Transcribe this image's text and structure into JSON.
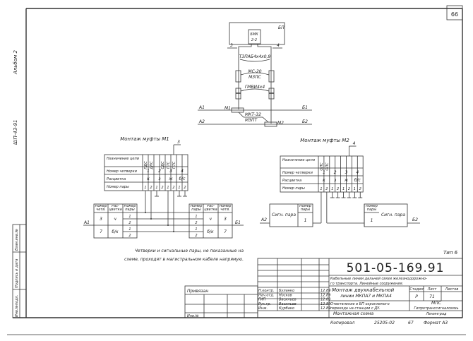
{
  "sheet_number": "66",
  "side": {
    "album": "Альбом 2",
    "code": "ШП-43-91",
    "stamp": [
      "Инв.№подл.",
      "Подпись и дата",
      "Взам.инв.№"
    ]
  },
  "schematic": {
    "bp": "БП",
    "bmk1": "БМК",
    "bmk2": "2-2",
    "wire_left": "3",
    "wire_right": "4",
    "cable1": "ТЗПАБ4х4х0,9",
    "cable2a": "МС-20",
    "cable2b": "МЗПС",
    "cable3": "ГМВИ4х4",
    "m1": "М1",
    "m2": "М2",
    "a1": "А1",
    "b1": "Б1",
    "a2": "А2",
    "b2": "Б2",
    "mkt": "МКТ-32",
    "mzpt": "МЗПТ"
  },
  "m1": {
    "title": "Монтаж муфты М1",
    "callout": "3",
    "rows": [
      "Назначение цепи",
      "Номер четверки",
      "Расцветка",
      "Номер пары"
    ],
    "circuits": [
      "ПДС",
      "ДПС",
      "",
      "СДС",
      "ПТС",
      "ПТС",
      "",
      ""
    ],
    "quads": [
      "1",
      "2",
      "3",
      "4"
    ],
    "colors": [
      "к",
      "з",
      "ж",
      "б/с"
    ],
    "pairs": [
      "1",
      "2",
      "1",
      "2",
      "1",
      "2",
      "1",
      "2"
    ],
    "left_headers": [
      "Номер четв.",
      "Рас-цветка",
      "Номер пары"
    ],
    "right_headers": [
      "Номер пары",
      "Рас-цветка",
      "Номер четв."
    ],
    "groups": [
      {
        "quad": "3",
        "color": "ч",
        "pairs": [
          "1",
          "2"
        ]
      },
      {
        "quad": "7",
        "color": "б/к",
        "pairs": [
          "1",
          "2"
        ]
      }
    ],
    "left_label": "А1",
    "right_label": "Б1"
  },
  "m2": {
    "title": "Монтаж муфты М2",
    "callout": "4",
    "rows": [
      "Назначение цепи",
      "Номер четверки",
      "Расцветка",
      "Номер пары"
    ],
    "circuits": [
      "ОПС",
      "ОПС",
      "",
      "",
      "",
      "",
      "",
      ""
    ],
    "quads": [
      "1",
      "2",
      "3",
      "4"
    ],
    "colors": [
      "к",
      "з",
      "ж",
      "б/с"
    ],
    "pairs": [
      "1",
      "2",
      "1",
      "2",
      "1",
      "2",
      "1",
      "2"
    ],
    "sig_pair": "Сигн. пара",
    "pair_no": "Номер пары",
    "pair_val": "1",
    "left_label": "А2",
    "right_label": "Б2"
  },
  "note": [
    "Четверки и сигнальные пары, не показанные на",
    "схеме, проходят в магистральном кабеле напрямую."
  ],
  "type_label": "Тип 6",
  "title_block": {
    "code": "501-05-169.91",
    "series": [
      "Кабельные линии дальней связи железнодорожно-",
      "го транспорта. Линейные сооружения."
    ],
    "work": [
      "Монтаж двухкабельной",
      "линии МКПА7 и МКПА4"
    ],
    "sheet_title": [
      "Ответвление в БП охраняемого",
      "переезда на станции с ДУ.",
      "Монтажная схема"
    ],
    "stage_h": "Стадия",
    "sheet_h": "Лист",
    "sheets_h": "Листов",
    "stage": "Р",
    "sheet": "71",
    "org": [
      "МПС",
      "Гипротранссигналсвязь",
      "Ленинград"
    ],
    "staff": [
      {
        "role": "Н.контр.",
        "name": "Буланко",
        "date": "12.89"
      },
      {
        "role": "Нач.отд.",
        "name": "Носков",
        "date": "12.89"
      },
      {
        "role": "ГИП",
        "name": "Васильев",
        "date": "12.89"
      },
      {
        "role": "Рук.гр.",
        "name": "Васильев",
        "date": "12.89"
      },
      {
        "role": "Инж.",
        "name": "Курбако",
        "date": "12.89"
      }
    ],
    "copied": "Копировал",
    "copy_code": "25205-02",
    "copy_no": "67",
    "format": "Формат А3",
    "tied": "Привязан",
    "inv": "Инв.№"
  }
}
